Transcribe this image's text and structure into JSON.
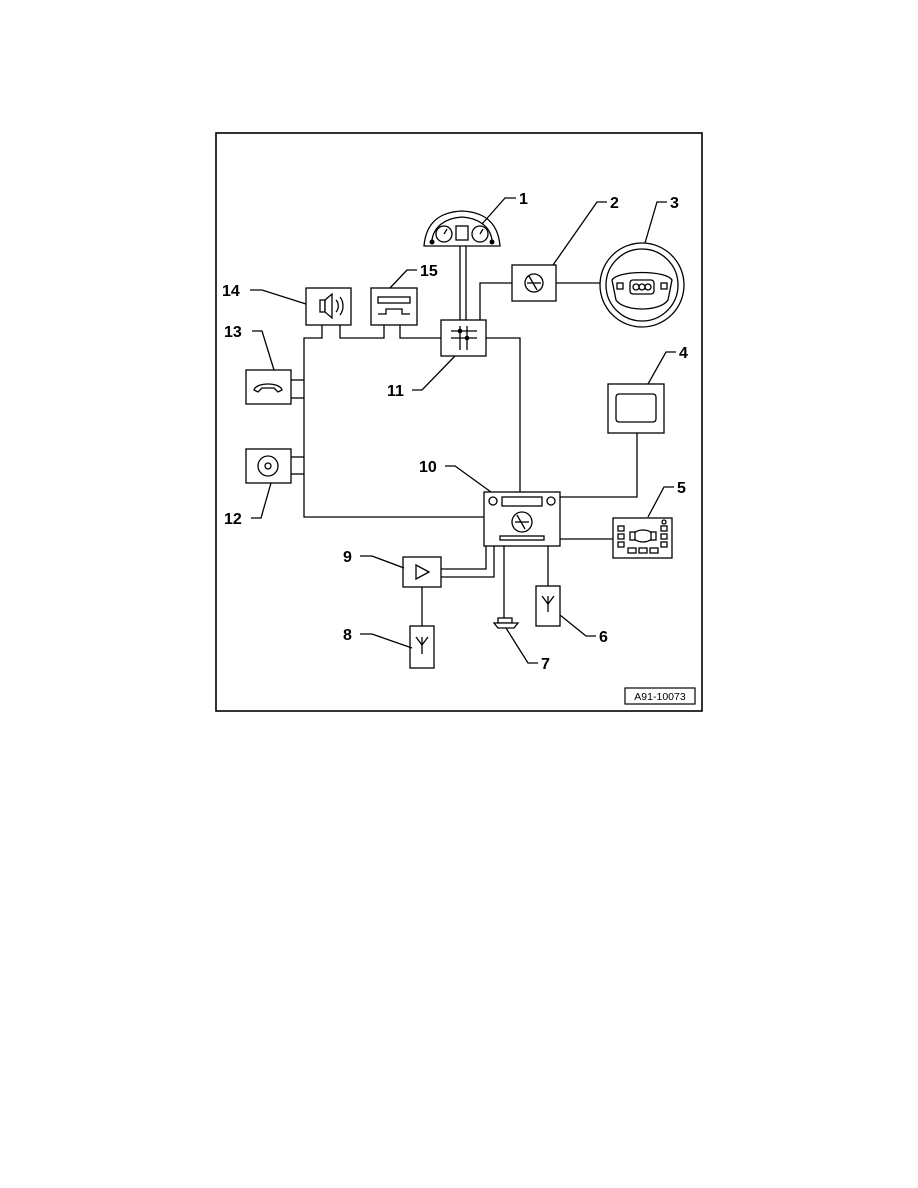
{
  "diagram": {
    "reference_code": "A91-10073",
    "callouts": [
      "1",
      "2",
      "3",
      "4",
      "5",
      "6",
      "7",
      "8",
      "9",
      "10",
      "11",
      "12",
      "13",
      "14",
      "15"
    ],
    "icons": {
      "1": "instrument-cluster-icon",
      "2": "control-module-icon",
      "3": "steering-wheel-icon",
      "4": "display-icon",
      "5": "control-panel-icon",
      "6": "antenna-icon",
      "7": "connector-icon",
      "8": "antenna-icon",
      "9": "amplifier-icon",
      "10": "radio-unit-icon",
      "11": "junction-icon",
      "12": "cd-changer-icon",
      "13": "telephone-icon",
      "14": "speaker-icon",
      "15": "tape-deck-icon"
    }
  }
}
